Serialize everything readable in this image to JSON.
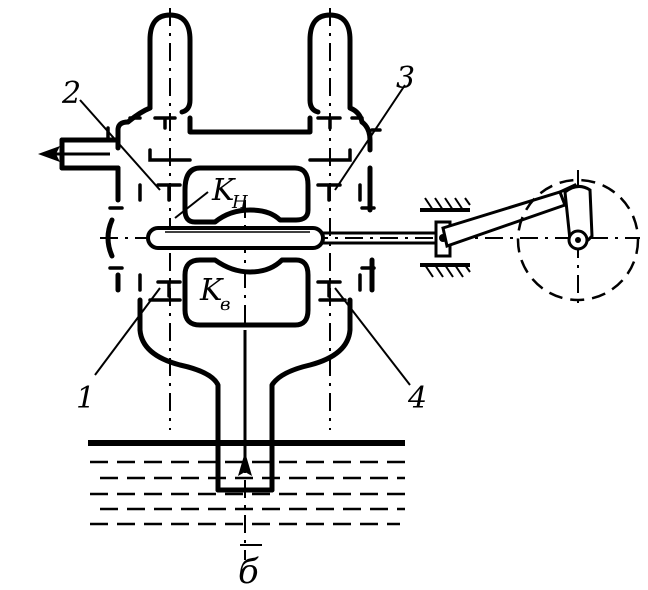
{
  "labels": {
    "valve_1": "1",
    "valve_2": "2",
    "valve_3": "3",
    "valve_4": "4",
    "chamber_upper_main": "K",
    "chamber_upper_sub": "Н",
    "chamber_lower_main": "K",
    "chamber_lower_sub": "в",
    "bottom_label": "б"
  }
}
